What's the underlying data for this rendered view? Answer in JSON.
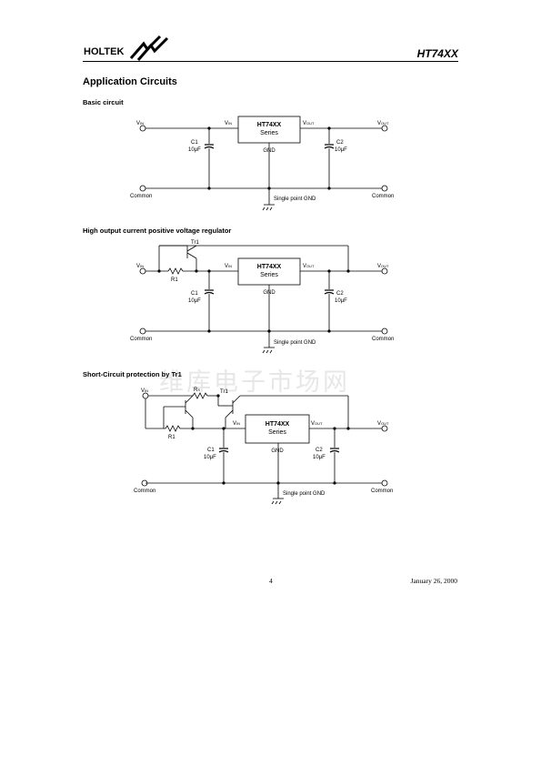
{
  "header": {
    "brand": "HOLTEK",
    "doc_title": "HT74XX"
  },
  "section_title": "Application Circuits",
  "circuits": [
    {
      "title": "Basic circuit"
    },
    {
      "title": "High output current positive voltage regulator"
    },
    {
      "title": "Short-Circuit protection by Tr1"
    }
  ],
  "labels": {
    "vin_main": "V",
    "vin_sub": "IN",
    "vout_main": "V",
    "vout_sub": "OUT",
    "chip": "HT74XX",
    "chip2": "Series",
    "gnd": "GND",
    "c1": "C1",
    "c2": "C2",
    "cap_val": "10μF",
    "common": "Common",
    "single_gnd": "Single point GND",
    "tr1": "Tr1",
    "r1": "R1",
    "rs_main": "R",
    "rs_sub": "S"
  },
  "watermark": "维库电子市场网",
  "footer": {
    "page": "4",
    "date": "January 26, 2000"
  }
}
